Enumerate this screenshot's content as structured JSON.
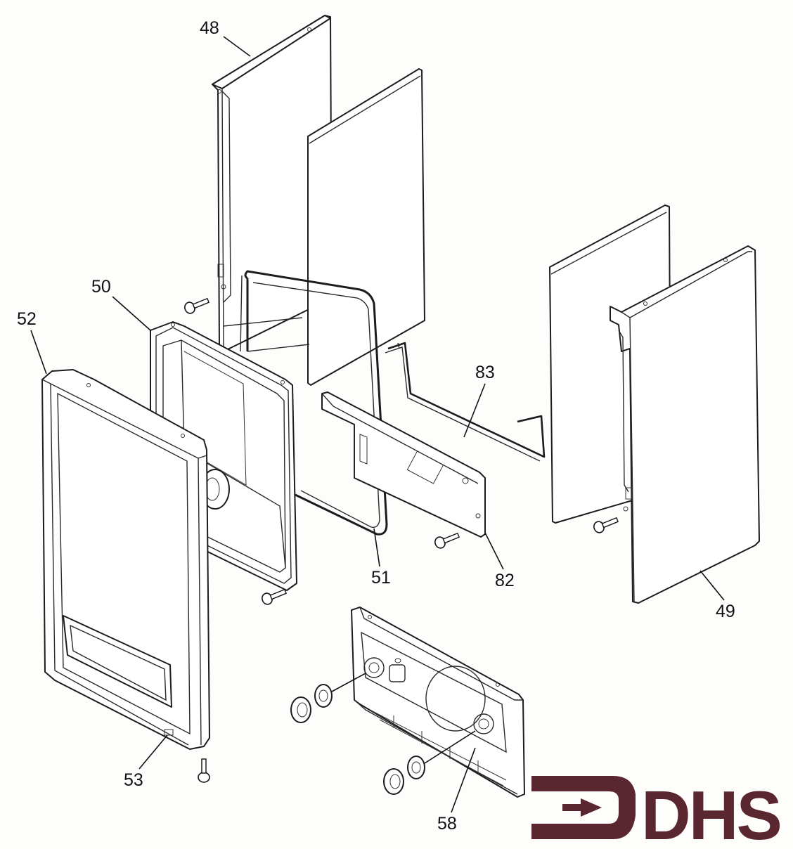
{
  "callouts": [
    {
      "id": "48",
      "label": "48"
    },
    {
      "id": "49",
      "label": "49"
    },
    {
      "id": "50",
      "label": "50"
    },
    {
      "id": "51",
      "label": "51"
    },
    {
      "id": "52",
      "label": "52"
    },
    {
      "id": "53",
      "label": "53"
    },
    {
      "id": "58",
      "label": "58"
    },
    {
      "id": "82",
      "label": "82"
    },
    {
      "id": "83",
      "label": "83"
    }
  ],
  "logo": {
    "text": "DHS",
    "color": "#5a2630"
  },
  "colors": {
    "line": "#1c1c1c",
    "background": "#fdfdfb"
  }
}
